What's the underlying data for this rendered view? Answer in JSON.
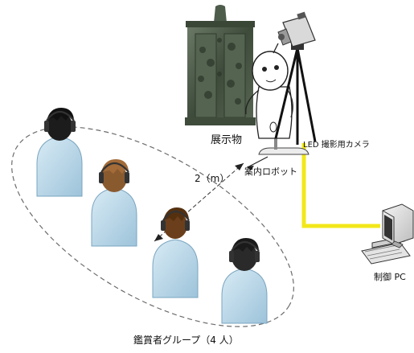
{
  "labels": {
    "exhibit": "展示物",
    "guide_robot": "案内ロボット",
    "camera": "LED 撮影用カメラ",
    "distance": "2（m）",
    "control_pc": "制御 PC",
    "visitor_group": "鑑賞者グループ（4 人）"
  },
  "icons": [
    "exhibit-sculpture-icon",
    "guide-robot-icon",
    "tripod-camera-icon",
    "desktop-pc-icon",
    "visitor-icon"
  ],
  "colors": {
    "cable": "#f2e81a",
    "shirt": "#b9d8ea",
    "bronze": "#4c5a49"
  }
}
